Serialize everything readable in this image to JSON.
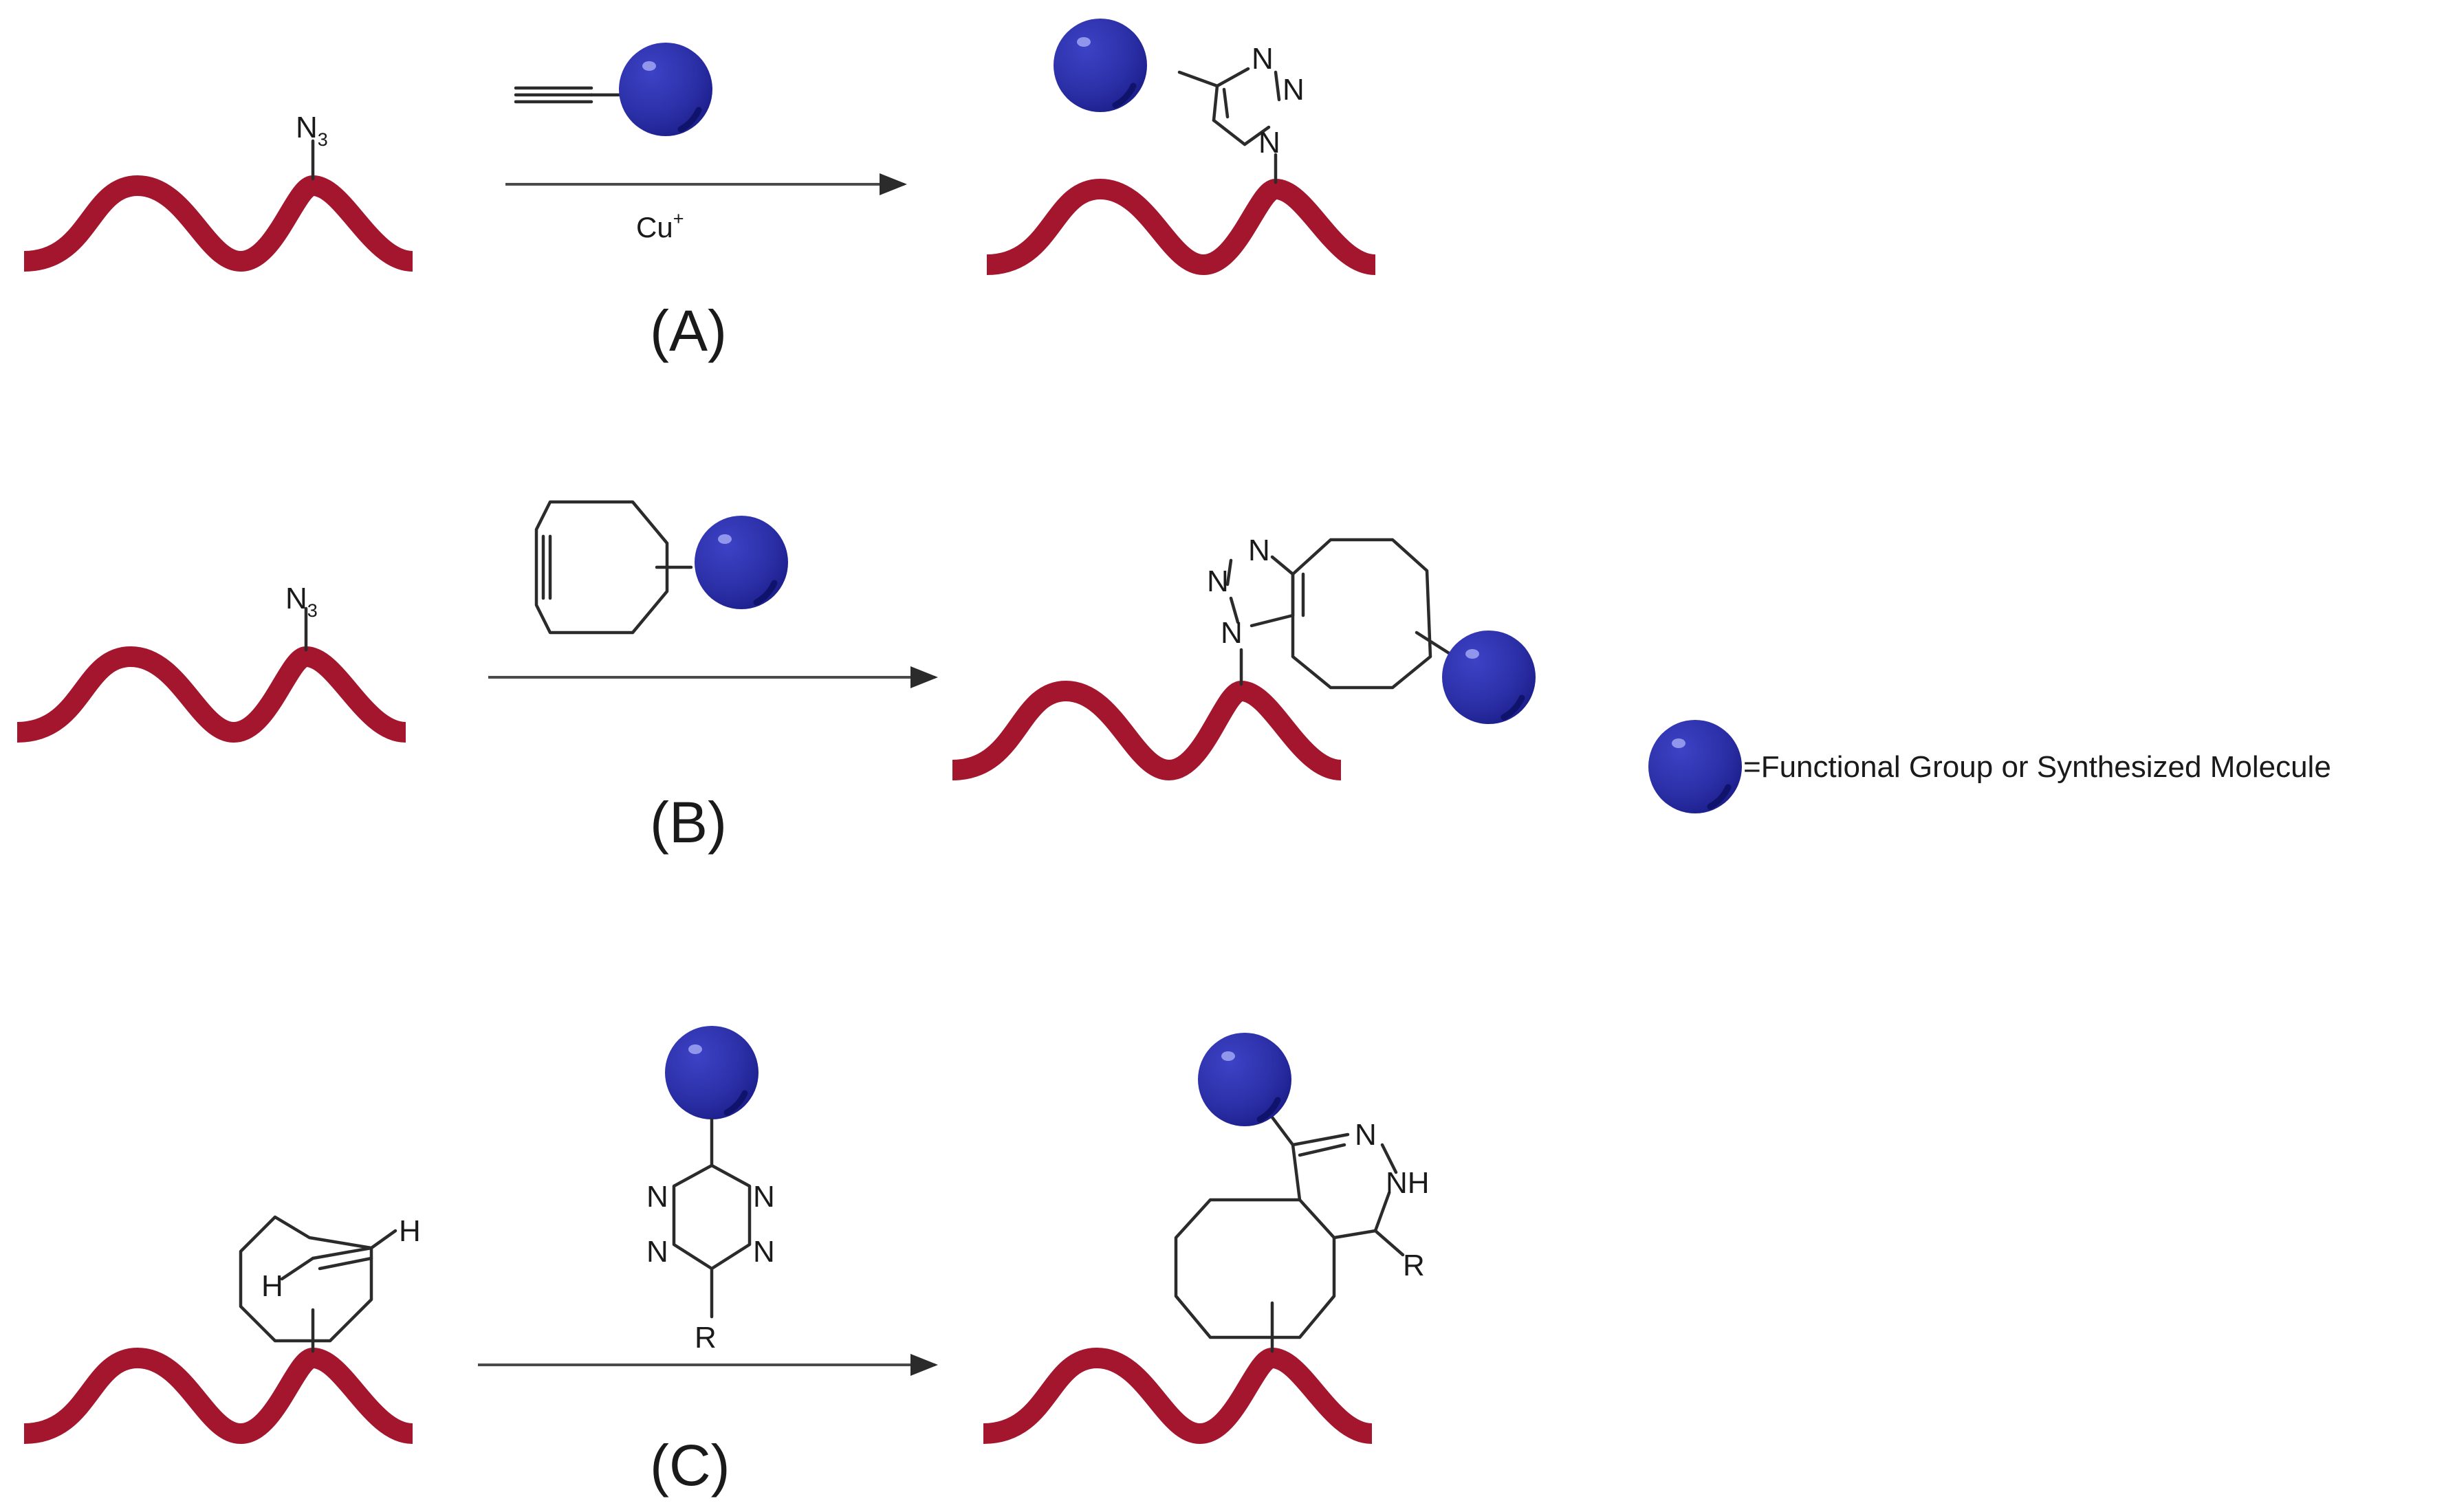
{
  "panels": [
    {
      "id": "A",
      "label": "(A)",
      "condition": "Cu",
      "condition_sup": "+"
    },
    {
      "id": "B",
      "label": "(B)"
    },
    {
      "id": "C",
      "label": "(C)"
    }
  ],
  "atoms": {
    "azide": "N",
    "azide_sub": "3",
    "nitrogen": "N",
    "hydrogen": "H",
    "amine": "NH",
    "r_group": "R"
  },
  "legend": {
    "text": "=Functional Group or Synthesized Molecule"
  },
  "colors": {
    "strand": "#a3162d",
    "sphere": "#2b2fa6",
    "sphere_dark": "#161980",
    "bond": "#2b2b2b",
    "arrow": "#4a4a4a"
  }
}
